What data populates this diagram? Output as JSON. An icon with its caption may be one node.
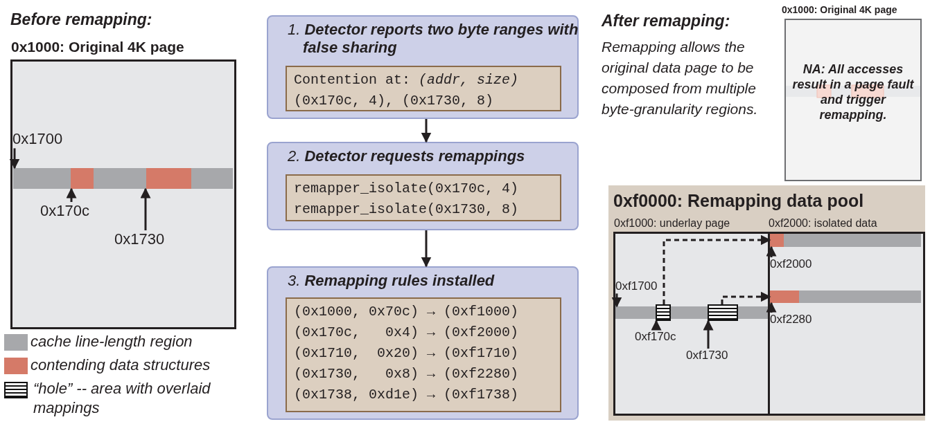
{
  "diagram": {
    "nodes": [
      {
        "text": [
          "0x1000: Original 4K page"
        ]
      },
      {
        "text": [],
        "shape": "bar",
        "in": 0
      },
      {
        "text": [],
        "shape": "bar",
        "in": 1
      },
      {
        "text": [],
        "shape": "bar",
        "in": 1
      },
      {
        "text": [
          "0x1700"
        ],
        "in": 0
      },
      {
        "text": [
          "0x170c"
        ],
        "in": 0
      },
      {
        "text": [
          "0x1730"
        ],
        "in": 0
      },
      {
        "text": [
          "1. **Detector reports two byte ranges with false sharing**"
        ]
      },
      {
        "text": [
          "Contention at: *(addr, size)*",
          "(0x170c, 4), (0x1730, 8)"
        ],
        "in": 7
      },
      {
        "text": [
          "2. **Detector requests remappings**"
        ]
      },
      {
        "text": [
          "remapper_isolate(0x170c, 4)",
          "remapper_isolate(0x1730, 8)"
        ],
        "in": 9
      },
      {
        "text": [
          "3. **Remapping rules installed**"
        ]
      },
      {
        "text": [
          "(0x1000, 0x70c) → (0xf1000)",
          "(0x170c,   0x4) → (0xf2000)",
          "(0x1710,  0x20) → (0xf1710)",
          "(0x1730,   0x8) → (0xf2280)",
          "(0x1738, 0xd1e) → (0xf1738)"
        ],
        "in": 11
      },
      {
        "text": [
          "0x1000: Original 4K page",
          "NA: All accesses result in a page fault and trigger remapping."
        ]
      },
      {
        "text": [
          "0xf0000: Remapping data pool"
        ]
      },
      {
        "text": [
          "0xf1000: underlay page"
        ],
        "in": 14
      },
      {
        "text": [
          "0xf2000: isolated data"
        ],
        "in": 14
      },
      {
        "text": [],
        "shape": "bar",
        "in": 15
      },
      {
        "text": [],
        "shape": "box",
        "in": 17
      },
      {
        "text": [],
        "shape": "box",
        "in": 17
      },
      {
        "text": [
          "0xf1700"
        ],
        "in": 15
      },
      {
        "text": [
          "0xf170c"
        ],
        "in": 15
      },
      {
        "text": [
          "0xf1730"
        ],
        "in": 15
      },
      {
        "text": [],
        "shape": "bar",
        "in": 16
      },
      {
        "text": [],
        "shape": "bar",
        "in": 23
      },
      {
        "text": [],
        "shape": "bar",
        "in": 16
      },
      {
        "text": [],
        "shape": "bar",
        "in": 25
      },
      {
        "text": [
          "0xf2000"
        ],
        "in": 16
      },
      {
        "text": [
          "0xf2280"
        ],
        "in": 16
      }
    ],
    "edges": [
      {
        "from": 4,
        "to": 1,
        "arrow": "to"
      },
      {
        "from": 5,
        "to": 2,
        "arrow": "to"
      },
      {
        "from": 6,
        "to": 3,
        "arrow": "to"
      },
      {
        "from": 7,
        "to": 9,
        "arrow": "to"
      },
      {
        "from": 9,
        "to": 11,
        "arrow": "to"
      },
      {
        "from": 20,
        "to": 17,
        "arrow": "to"
      },
      {
        "from": 21,
        "to": 18,
        "arrow": "to"
      },
      {
        "from": 22,
        "to": 19,
        "arrow": "to"
      },
      {
        "from": 27,
        "to": 24,
        "arrow": "to"
      },
      {
        "from": 28,
        "to": 26,
        "arrow": "to"
      },
      {
        "from": 18,
        "to": 24,
        "arrow": "to",
        "style": "dashed"
      },
      {
        "from": 19,
        "to": 26,
        "arrow": "to",
        "style": "dashed"
      }
    ],
    "labels": [
      "Before remapping:",
      "After remapping:",
      "Remapping allows the original data page to be composed from multiple byte-granularity regions."
    ],
    "legend": [
      {
        "text": "cache line-length region",
        "color": "#a7a8ab"
      },
      {
        "text": "contending data structures",
        "color": "#d57a68"
      },
      {
        "text": "“hole” -- area with overlaid mappings"
      }
    ]
  }
}
